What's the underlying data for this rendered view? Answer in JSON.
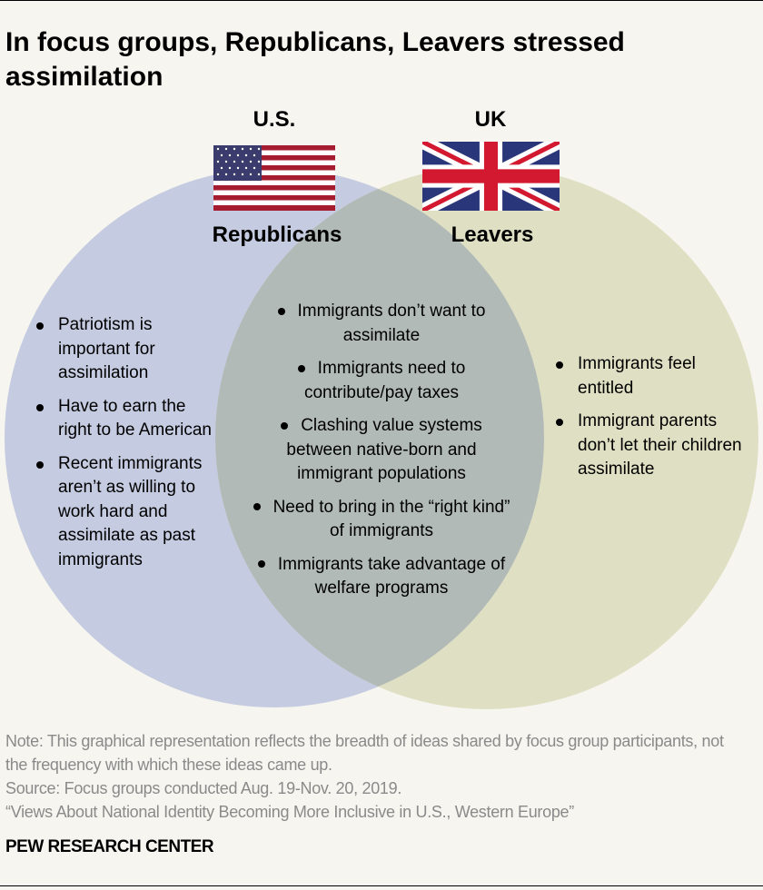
{
  "title": "In focus groups, Republicans, Leavers stressed assimilation",
  "left": {
    "country": "U.S.",
    "group": "Republicans",
    "flag_icon": "us-flag-icon",
    "color": "#c5cbe0",
    "items": [
      "Patriotism is important for assimilation",
      "Have to earn the right to be American",
      "Recent immigrants aren’t as willing to work hard and assimilate as past immigrants"
    ]
  },
  "right": {
    "country": "UK",
    "group": "Leavers",
    "flag_icon": "uk-flag-icon",
    "color": "#dfe0c3",
    "items": [
      "Immigrants feel entitled",
      "Immigrant parents don’t let their children assimilate"
    ]
  },
  "overlap": {
    "color": "#b1bab7",
    "items": [
      "Immigrants don’t want to assimilate",
      "Immigrants need to contribute/pay taxes",
      "Clashing value systems between native-born and immigrant populations",
      "Need to bring in the “right kind” of immigrants",
      "Immigrants take advantage of welfare programs"
    ]
  },
  "footer": {
    "note": "Note: This graphical representation reflects the breadth of ideas shared by focus group participants, not the frequency with which these ideas came up.",
    "source": "Source: Focus groups conducted Aug. 19-Nov. 20, 2019.",
    "report": "“Views About National Identity Becoming More Inclusive in U.S., Western Europe”",
    "brand": "PEW RESEARCH CENTER"
  }
}
